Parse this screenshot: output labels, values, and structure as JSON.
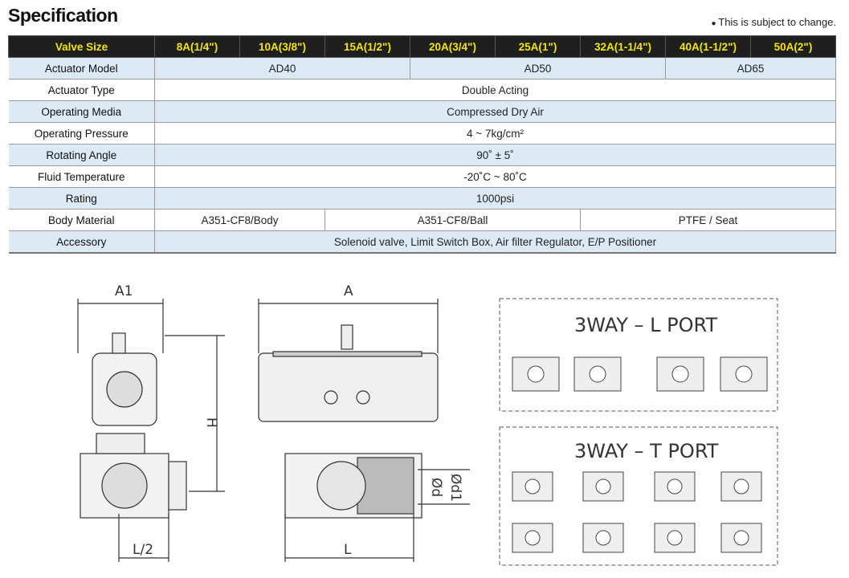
{
  "title": "Specification",
  "note": "This is subject to change.",
  "header": {
    "label": "Valve Size",
    "sizes": [
      "8A(1/4\")",
      "10A(3/8\")",
      "15A(1/2\")",
      "20A(3/4\")",
      "25A(1\")",
      "32A(1-1/4\")",
      "40A(1-1/2\")",
      "50A(2\")"
    ]
  },
  "rows": {
    "actuator_model": {
      "label": "Actuator Model",
      "values": [
        "AD40",
        "AD50",
        "AD65"
      ]
    },
    "actuator_type": {
      "label": "Actuator Type",
      "value": "Double Acting"
    },
    "operating_media": {
      "label": "Operating Media",
      "value": "Compressed Dry Air"
    },
    "operating_pressure": {
      "label": "Operating Pressure",
      "value": "4 ~ 7kg/cm²"
    },
    "rotating_angle": {
      "label": "Rotating Angle",
      "value": "90˚ ± 5˚"
    },
    "fluid_temperature": {
      "label": "Fluid Temperature",
      "value": "-20˚C ~ 80˚C"
    },
    "rating": {
      "label": "Rating",
      "value": "1000psi"
    },
    "body_material": {
      "label": "Body Material",
      "values": [
        "A351-CF8/Body",
        "A351-CF8/Ball",
        "PTFE / Seat"
      ]
    },
    "accessory": {
      "label": "Accessory",
      "value": "Solenoid valve, Limit Switch Box, Air filter Regulator, E/P Positioner"
    }
  },
  "drawing": {
    "a1": "A1",
    "a": "A",
    "h": "H",
    "l_half": "L/2",
    "l": "L",
    "d": "Ød",
    "d1": "Ød1",
    "l_port": "3WAY – L PORT",
    "t_port": "3WAY – T PORT"
  }
}
